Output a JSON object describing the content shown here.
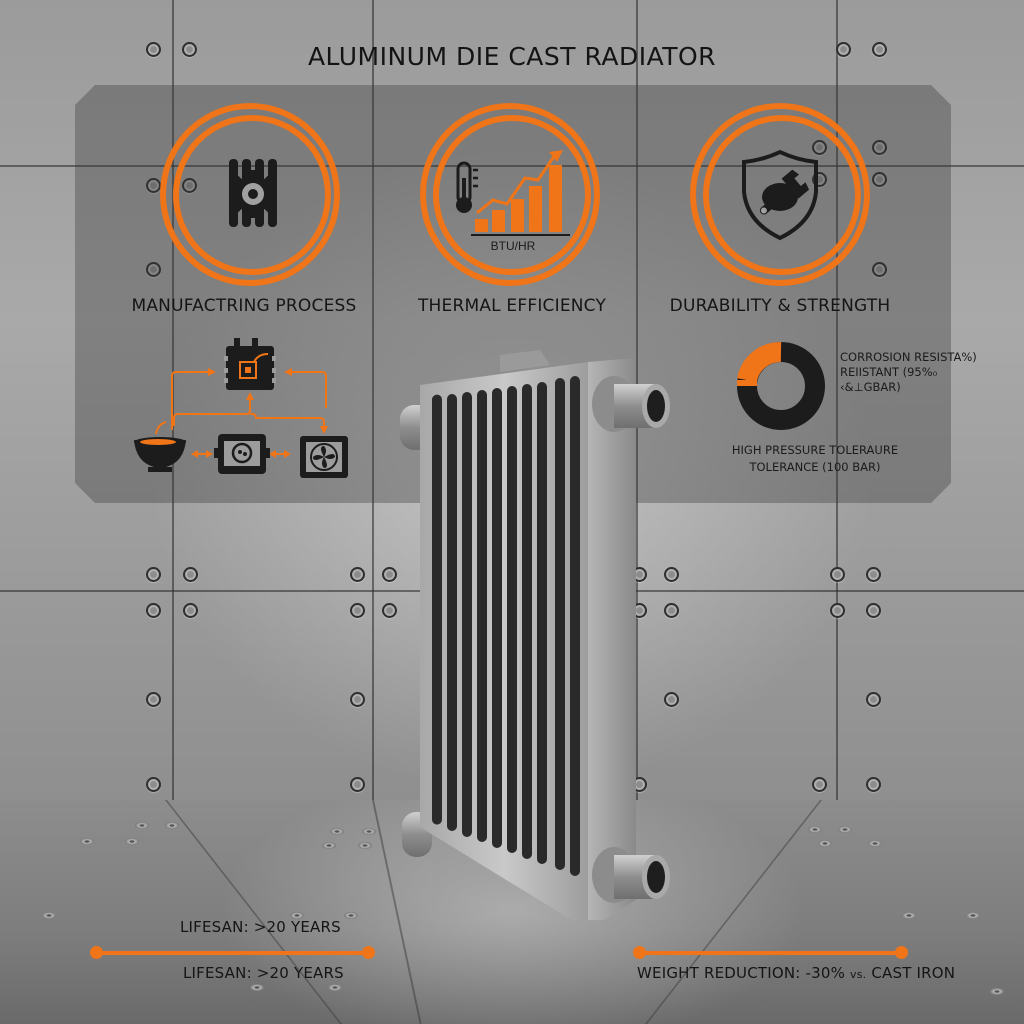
{
  "title": "ALUMINUM DIE CAST RADIATOR",
  "colors": {
    "accent": "#f07418",
    "text": "#151515",
    "icon_dark": "#1c1c1c",
    "panel_overlay": "#373737"
  },
  "features": [
    {
      "label": "MANUFACTRING PROCESS",
      "icon": "radiator-gear-icon"
    },
    {
      "label": "THERMAL EFFICIENCY",
      "icon": "thermal-chart-icon",
      "unit_label": "BTU/HR"
    },
    {
      "label": "DURABILITY & STRENGTH",
      "icon": "shield-wrench-icon"
    }
  ],
  "process_diagram": {
    "nodes": [
      {
        "name": "die-cast-mold",
        "icon": "mold-chip-icon"
      },
      {
        "name": "molten-metal",
        "icon": "crucible-icon"
      },
      {
        "name": "casting-machine",
        "icon": "casting-press-icon"
      },
      {
        "name": "cooling-fan",
        "icon": "fan-icon"
      }
    ]
  },
  "durability": {
    "donut_percent": 25,
    "corrosion_lines": [
      "CORROSION RESISTA%)",
      "REIISTANT (95%₀",
      "‹&⊥GBAR)"
    ],
    "pressure_lines": [
      "HIGH PRESSURE TOLERAURE",
      "TOLERANCE (100 BAR)"
    ]
  },
  "stats": {
    "lifespan_top": "LIFESAN: >20 YEARS",
    "lifespan_bottom": "LIFESAN: >20 YEARS",
    "weight_main": "WEIGHT REDUCTION: -30% ",
    "weight_vs": "vs.",
    "weight_tail": " CAST IRON"
  }
}
